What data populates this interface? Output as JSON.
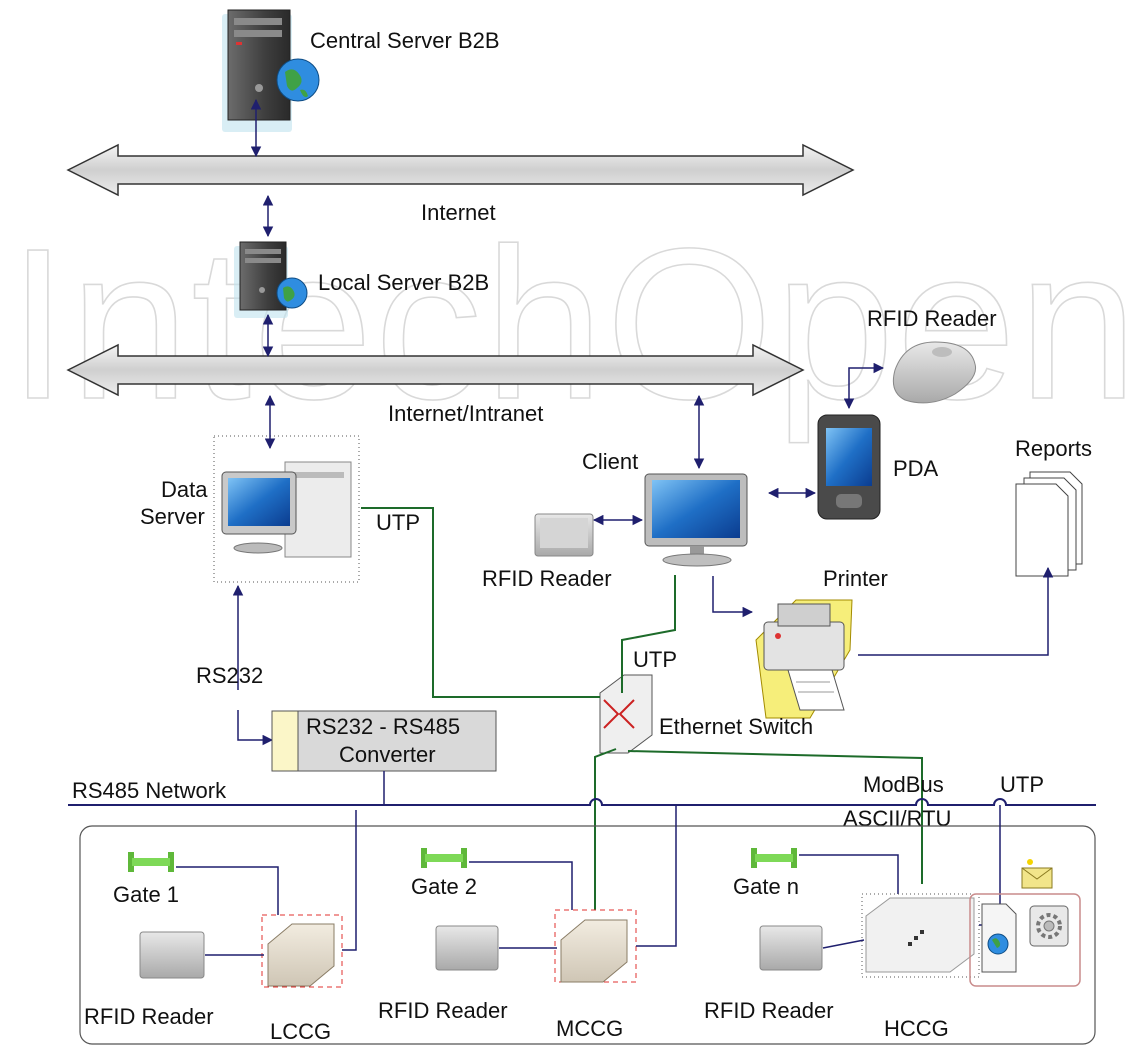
{
  "watermark": "IntechOpen",
  "labels": {
    "central_server": "Central Server B2B",
    "internet": "Internet",
    "local_server": "Local Server B2B",
    "rfid_reader_top": "RFID Reader",
    "internet_intranet": "Internet/Intranet",
    "reports": "Reports",
    "pda": "PDA",
    "client": "Client",
    "data_server_line1": "Data",
    "data_server_line2": "Server",
    "utp_data": "UTP",
    "rfid_reader_client": "RFID Reader",
    "printer": "Printer",
    "utp_client": "UTP",
    "rs232": "RS232",
    "converter_line1": "RS232 - RS485",
    "converter_line2": "Converter",
    "ethernet_switch": "Ethernet Switch",
    "rs485_network": "RS485 Network",
    "modbus_line1": "ModBus",
    "modbus_line2": "ASCII/RTU",
    "utp_right": "UTP",
    "gate1": "Gate 1",
    "gate2": "Gate 2",
    "gaten": "Gate n",
    "rfid_reader_1": "RFID Reader",
    "rfid_reader_2": "RFID Reader",
    "rfid_reader_3": "RFID Reader",
    "lccg": "LCCG",
    "mccg": "MCCG",
    "hccg": "HCCG"
  },
  "colors": {
    "link": "#1f1f6e",
    "utp": "#1d6b2a",
    "gate": "#7ed957",
    "converter_fill": "#d9d9d9",
    "converter_tab": "#fbf6c8",
    "dashed_red": "#e0302f",
    "hccg_panel": "#c98c8c"
  },
  "icons": [
    "server-tower-globe-icon",
    "rfid-reader-icon",
    "pda-icon",
    "monitor-icon",
    "printer-icon",
    "reports-icon",
    "ethernet-switch-icon",
    "gate-icon",
    "controller-box-icon",
    "envelope-icon",
    "document-globe-icon",
    "gear-icon"
  ]
}
